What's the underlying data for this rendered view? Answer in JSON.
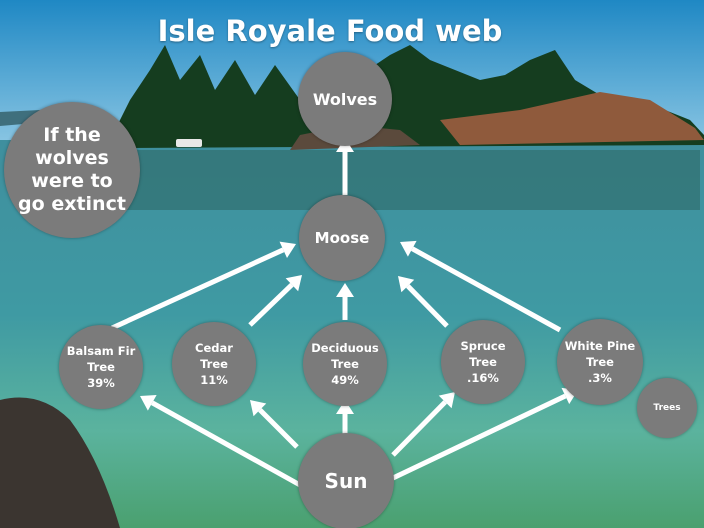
{
  "title": "Isle Royale Food web",
  "question": "If the\nwolves\nwere to\ngo extinct",
  "nodes": {
    "wolves": "Wolves",
    "moose": "Moose",
    "balsam": "Balsam Fir\nTree\n39%",
    "cedar": "Cedar\nTree\n11%",
    "deciduous": "Deciduous\nTree\n49%",
    "spruce": "Spruce\nTree\n.16%",
    "whitepine": "White Pine\nTree\n.3%",
    "sun": "Sun",
    "trees": "Trees"
  },
  "colors": {
    "node_fill": "#7b7b7b",
    "arrow": "#ffffff",
    "text": "#ffffff"
  }
}
